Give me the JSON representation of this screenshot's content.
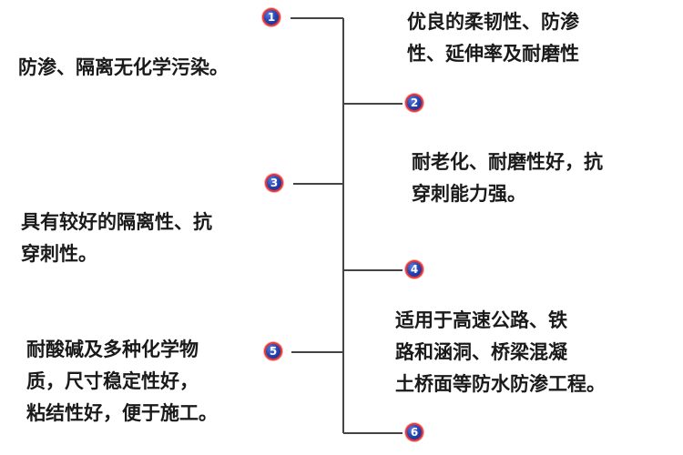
{
  "markers": [
    "1",
    "2",
    "3",
    "4",
    "5",
    "6"
  ],
  "items": [
    {
      "lines": [
        "防渗、隔离无化学污染。"
      ]
    },
    {
      "lines": [
        "优良的柔韧性、防渗",
        "性、延伸率及耐磨性"
      ]
    },
    {
      "lines": [
        "耐老化、耐磨性好，抗",
        "穿刺能力强。"
      ]
    },
    {
      "lines": [
        "具有较好的隔离性、抗",
        "穿刺性。"
      ]
    },
    {
      "lines": [
        "适用于高速公路、铁",
        "路和涵洞、桥梁混凝",
        "土桥面等防水防渗工程。"
      ]
    },
    {
      "lines": [
        "耐酸碱及多种化学物",
        "质，尺寸稳定性好，",
        "粘结性好，便于施工。"
      ]
    }
  ],
  "colors": {
    "connector": "#444444",
    "badge_fill": "#2747b5",
    "badge_ring": "#e53535"
  }
}
